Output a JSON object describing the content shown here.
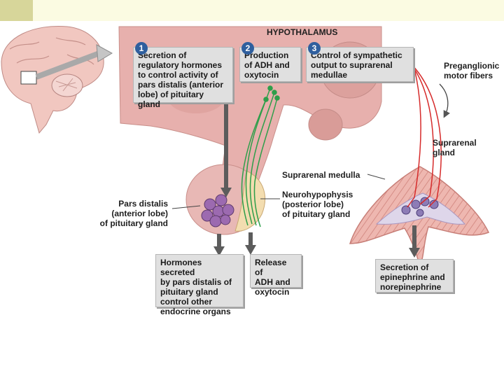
{
  "title": "HYPOTHALAMUS",
  "steps": [
    {
      "number": "1",
      "text": "Secretion of\nregulatory hormones\nto control activity of\npars distalis (anterior\nlobe) of pituitary gland"
    },
    {
      "number": "2",
      "text": "Production\nof ADH and\noxytocin"
    },
    {
      "number": "3",
      "text": "Control of sympathetic\noutput to suprarenal\nmedullae"
    }
  ],
  "labels": {
    "preganglionic": "Preganglionic\nmotor fibers",
    "suprarenal_gland": "Suprarenal\ngland",
    "suprarenal_medulla": "Suprarenal medulla",
    "neurohypophysis": "Neurohypophysis\n(posterior lobe)\nof pituitary gland",
    "pars_distalis": "Pars distalis\n(anterior lobe)\nof pituitary gland"
  },
  "outputs": {
    "hormones": "Hormones secreted\nby pars distalis of\npituitary gland\ncontrol other\nendocrine organs",
    "release": "Release of\nADH and\noxytocin",
    "secretion": "Secretion of\nepinephrine and\nnorepinephrine"
  },
  "colors": {
    "step_badge": "#2f5f9e",
    "tissue": "#e7b0ad",
    "fiber_red": "#d62a2a",
    "fiber_green": "#2e9e4a",
    "cells": "#9c6ab0"
  }
}
